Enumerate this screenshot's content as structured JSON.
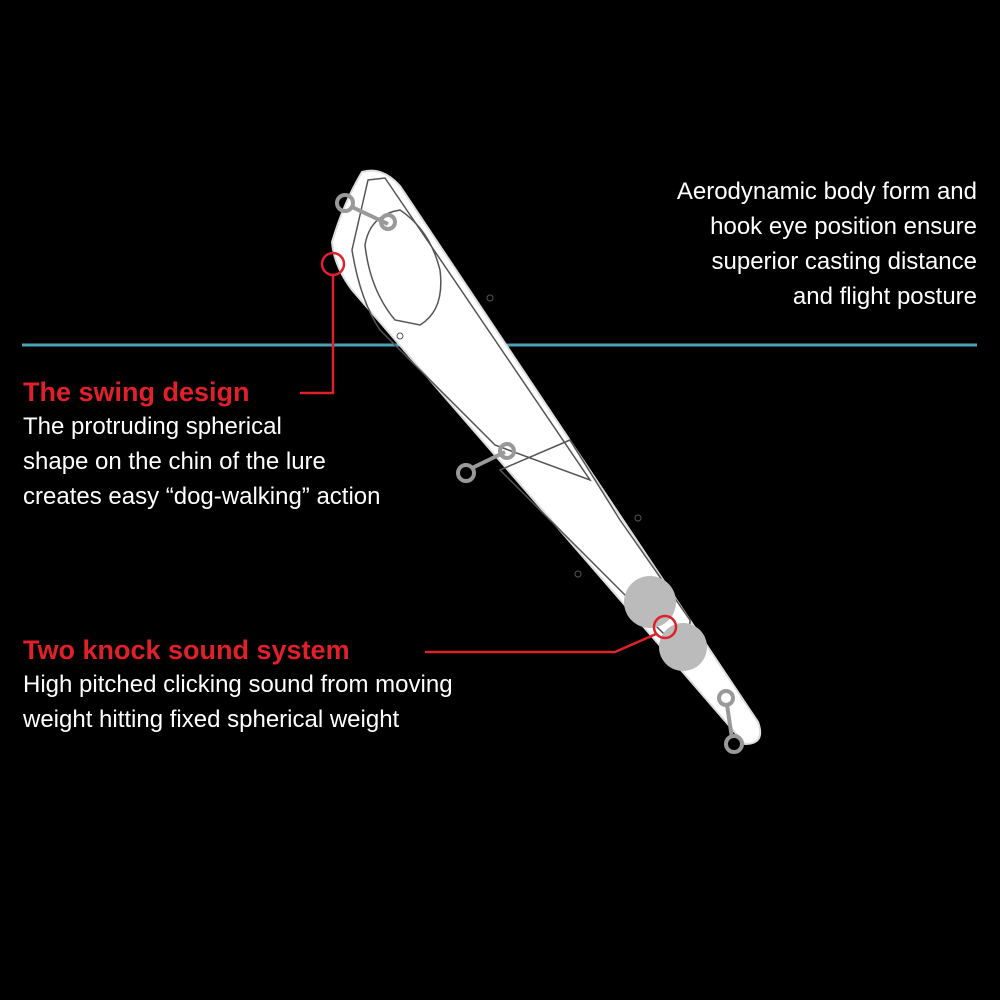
{
  "colors": {
    "background": "#000000",
    "accent_red": "#e0202a",
    "waterline": "#4aa3b5",
    "text": "#ffffff"
  },
  "top_note": {
    "lines": [
      "Aerodynamic body form and",
      "hook eye position ensure",
      "superior casting distance",
      "and flight posture"
    ]
  },
  "swing": {
    "title": "The swing design",
    "lines": [
      "The protruding spherical",
      "shape on the chin of the lure",
      "creates easy “dog-walking” action"
    ]
  },
  "knock": {
    "title": "Two knock sound system",
    "lines": [
      "High pitched clicking sound from moving",
      "weight hitting fixed spherical weight"
    ]
  }
}
